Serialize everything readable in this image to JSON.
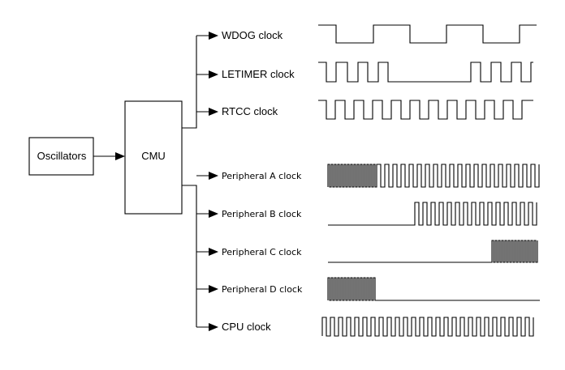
{
  "blocks": {
    "oscillators": "Oscillators",
    "cmu": "CMU"
  },
  "clocks": [
    {
      "id": "wdog",
      "label": "WDOG clock"
    },
    {
      "id": "letimer",
      "label": "LETIMER clock"
    },
    {
      "id": "rtcc",
      "label": "RTCC clock"
    },
    {
      "id": "peripheral-a",
      "label": "Peripheral A clock"
    },
    {
      "id": "peripheral-b",
      "label": "Peripheral B clock"
    },
    {
      "id": "peripheral-c",
      "label": "Peripheral C clock"
    },
    {
      "id": "peripheral-d",
      "label": "Peripheral D clock"
    },
    {
      "id": "cpu",
      "label": "CPU clock"
    }
  ]
}
